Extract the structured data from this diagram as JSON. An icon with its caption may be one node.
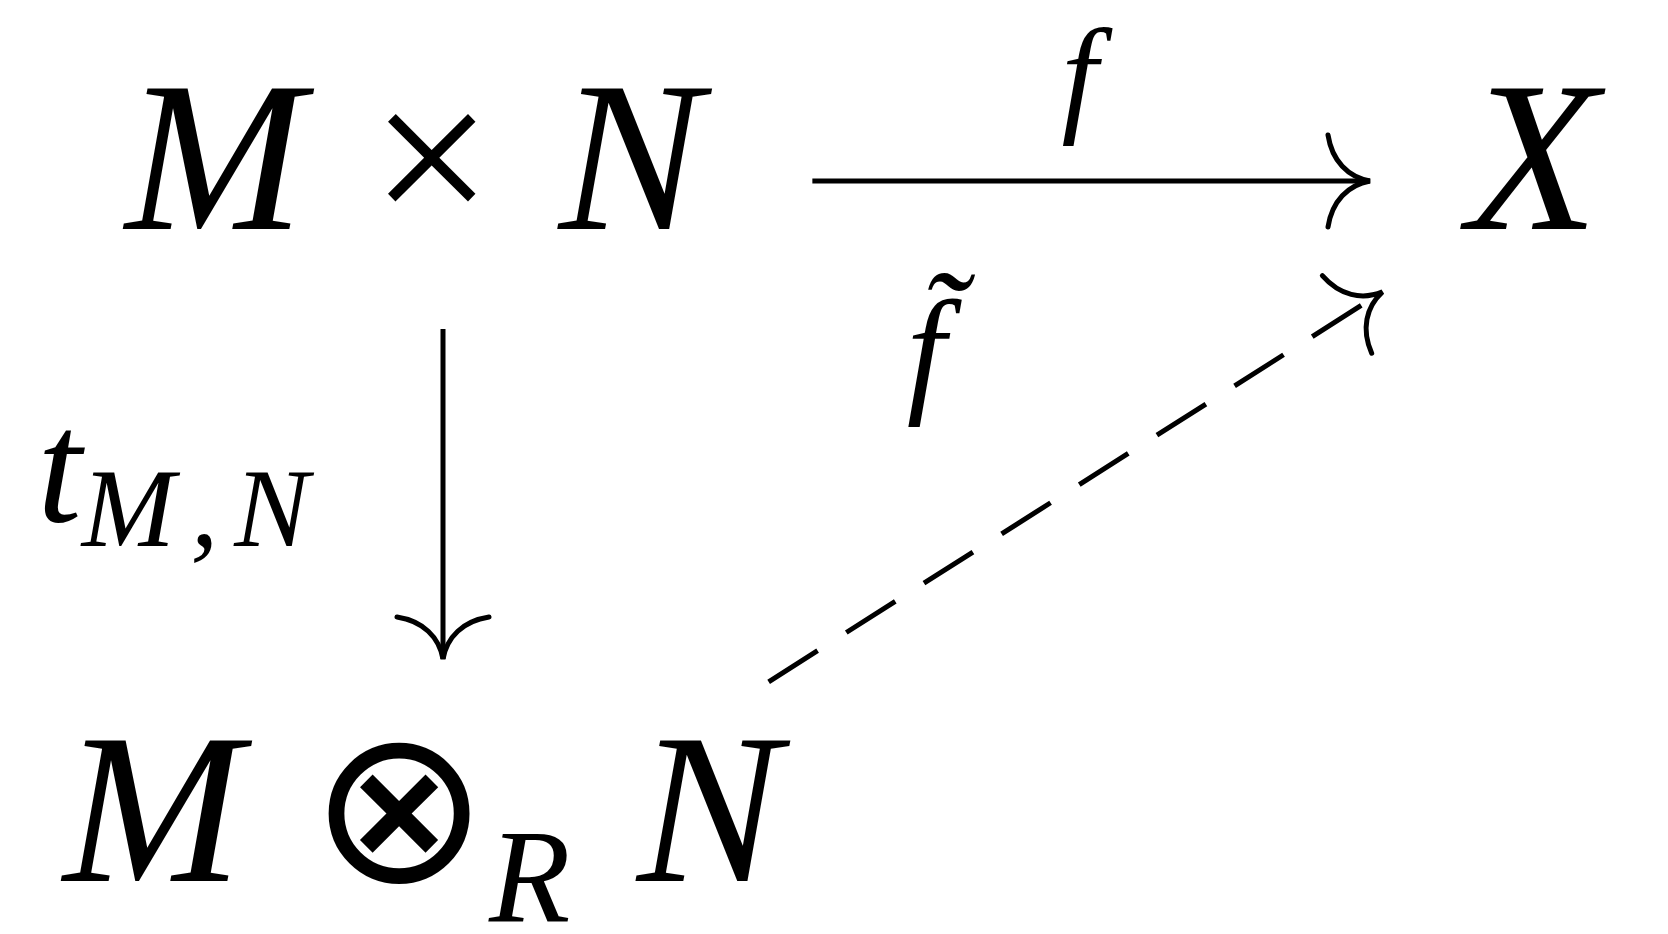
{
  "diagram": {
    "nodes": [
      {
        "text": [
          "*M* × *N*"
        ]
      },
      {
        "text": [
          "*X*"
        ]
      },
      {
        "text": [
          "*M* ⊗$_{R}$ *N*"
        ]
      }
    ],
    "edges": [
      {
        "from": 0,
        "to": 1,
        "arrow": "to",
        "label": "f"
      },
      {
        "from": 0,
        "to": 2,
        "arrow": "to",
        "label": "t$_{M,N}$"
      },
      {
        "from": 2,
        "to": 1,
        "arrow": "to",
        "label": "f̃",
        "style": "dashed"
      }
    ]
  }
}
